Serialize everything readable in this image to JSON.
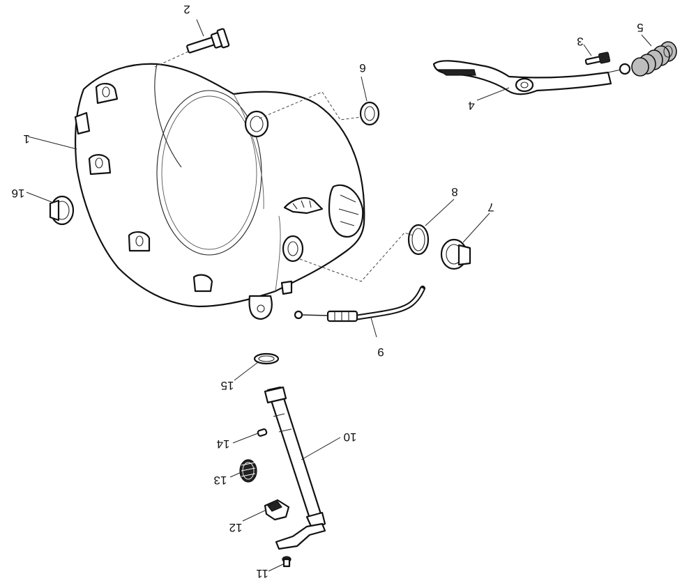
{
  "labels": {
    "p1": "1",
    "p2": "2",
    "p3": "3",
    "p4": "4",
    "p5": "5",
    "p6": "6",
    "p7": "7",
    "p8": "8",
    "p9": "9",
    "p10": "10",
    "p11": "11",
    "p12": "12",
    "p13": "13",
    "p14": "14",
    "p15": "15",
    "p16": "16"
  },
  "colors": {
    "line": "#111111",
    "background": "#ffffff"
  }
}
